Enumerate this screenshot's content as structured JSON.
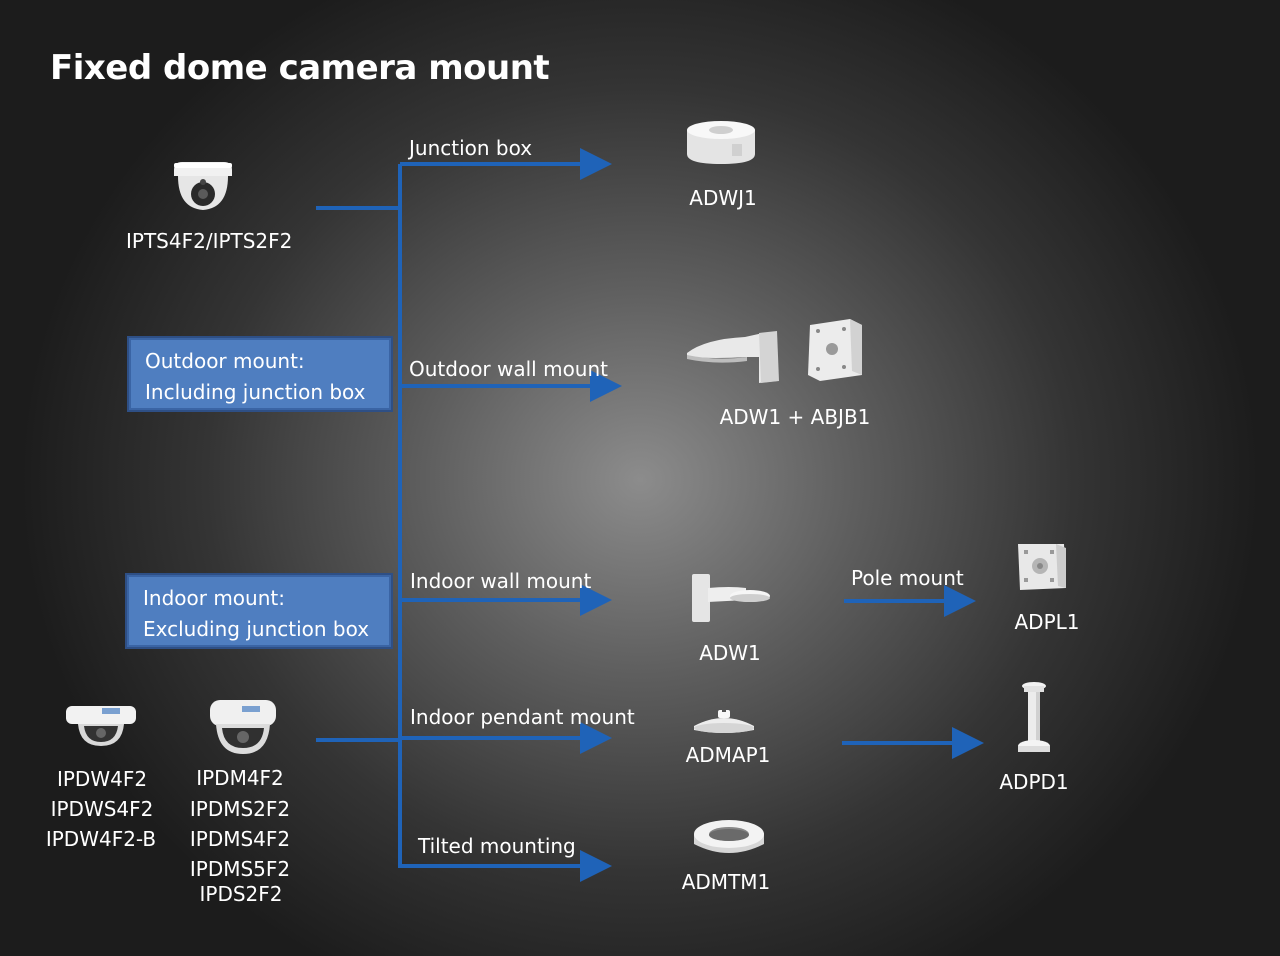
{
  "title": "Fixed dome camera mount",
  "cameras": {
    "turret": "IPTS4F2/IPTS2F2",
    "mini_dome": [
      "IPDW4F2",
      "IPDWS4F2",
      "IPDW4F2-B"
    ],
    "dome": [
      "IPDM4F2",
      "IPDMS2F2",
      "IPDMS4F2",
      "IPDMS5F2",
      "IPDS2F2"
    ]
  },
  "boxes": {
    "outdoor": {
      "line1": "Outdoor mount:",
      "line2": "Including junction box"
    },
    "indoor": {
      "line1": "Indoor mount:",
      "line2": "Excluding junction box"
    }
  },
  "branches": {
    "junction_box": "Junction box",
    "outdoor_wall": "Outdoor wall mount",
    "indoor_wall": "Indoor wall mount",
    "indoor_pendant": "Indoor pendant mount",
    "tilted": "Tilted mounting",
    "pole": "Pole mount"
  },
  "products": {
    "adwj1": "ADWJ1",
    "adw1_abjb1": "ADW1 + ABJB1",
    "adw1": "ADW1",
    "adpl1": "ADPL1",
    "admap1": "ADMAP1",
    "adpd1": "ADPD1",
    "admtm1": "ADMTM1"
  },
  "colors": {
    "connector": "#1f63b8",
    "box_fill": "#4f7ec0"
  }
}
